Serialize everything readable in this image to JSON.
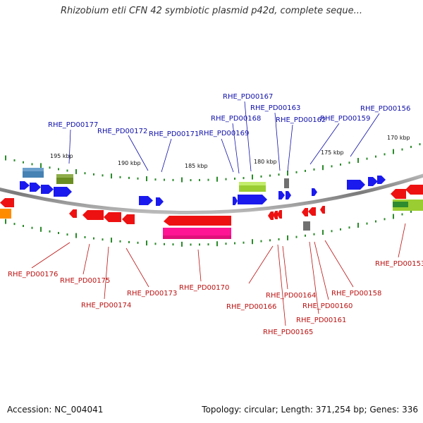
{
  "title": "Rhizobium etli CFN 42 symbiotic plasmid p42d, complete seque...",
  "footer": {
    "accession": "Accession: NC_004041",
    "topology": "Topology: circular; Length: 371,254 bp; Genes: 336"
  },
  "scale_labels": [
    "195 kbp",
    "190 kbp",
    "185 kbp",
    "180 kbp",
    "175 kbp",
    "170 kbp"
  ],
  "forward_gene_labels": [
    "RHE_PD00177",
    "RHE_PD00172",
    "RHE_PD00171",
    "RHE_PD00169",
    "RHE_PD00168",
    "RHE_PD00167",
    "RHE_PD00163",
    "RHE_PD00162",
    "RHE_PD00159",
    "RHE_PD00156"
  ],
  "reverse_gene_labels": [
    "RHE_PD00176",
    "RHE_PD00175",
    "RHE_PD00174",
    "RHE_PD00173",
    "RHE_PD00170",
    "RHE_PD00166",
    "RHE_PD00164",
    "RHE_PD00165",
    "RHE_PD00160",
    "RHE_PD00161",
    "RHE_PD00158",
    "RHE_PD00153"
  ],
  "colors": {
    "forward_gene": "#1a1aee",
    "reverse_gene": "#ee1111",
    "forward_label": "#1010aa",
    "reverse_label": "#bb1111",
    "backbone": "#888888",
    "tick": "#2a8a2a",
    "pseudo_gene": "#707070",
    "large_reverse_feature": "#ff1493",
    "large_forward_feature": "#9acd32",
    "olive_feature": "#6b8e23",
    "steelblue_feature": "#4682b4",
    "orange_feature": "#ff8c00"
  }
}
